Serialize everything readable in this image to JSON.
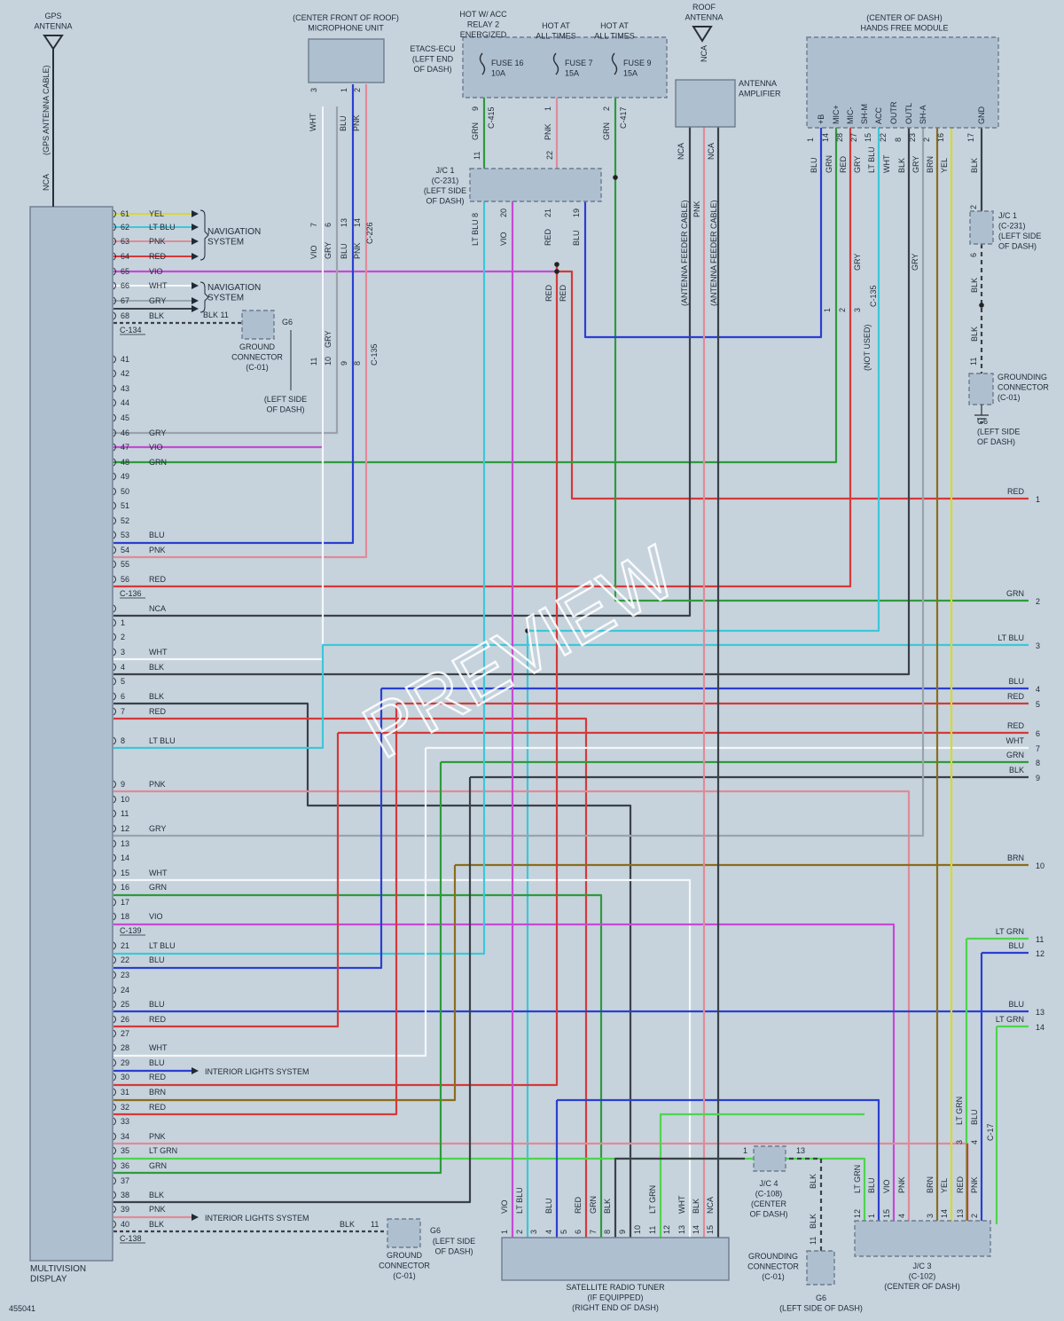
{
  "figure_id": "455041",
  "watermark": "PREVIEW",
  "components": {
    "gps_antenna": [
      "GPS",
      "ANTENNA"
    ],
    "gps_cable": "(GPS ANTENNA CABLE)",
    "gps_nca": "NCA",
    "multivision": [
      "MULTIVISION",
      "DISPLAY"
    ],
    "microphone": [
      "(CENTER FRONT OF ROOF)",
      "MICROPHONE UNIT"
    ],
    "etacs": [
      "ETACS-ECU",
      "(LEFT END",
      "OF DASH)"
    ],
    "hot_acc": [
      "HOT W/ ACC",
      "RELAY 2",
      "ENERGIZED"
    ],
    "hot1": [
      "HOT AT",
      "ALL TIMES"
    ],
    "hot2": [
      "HOT AT",
      "ALL TIMES"
    ],
    "fuse16": [
      "FUSE 16",
      "10A"
    ],
    "fuse7": [
      "FUSE 7",
      "15A"
    ],
    "fuse9": [
      "FUSE 9",
      "15A"
    ],
    "roof_antenna": [
      "ROOF",
      "ANTENNA"
    ],
    "antenna_nca": "NCA",
    "antenna_amp": [
      "ANTENNA",
      "AMPLIFIER"
    ],
    "feeder1": "(ANTENNA FEEDER CABLE)",
    "feeder2": "(ANTENNA FEEDER CABLE)",
    "handsfree": [
      "(CENTER OF DASH)",
      "HANDS FREE MODULE"
    ],
    "jc1_top": [
      "J/C 1",
      "(C-231)",
      "(LEFT SIDE",
      "OF DASH)"
    ],
    "jc1_right": [
      "J/C 1",
      "(C-231)",
      "(LEFT SIDE",
      "OF DASH)"
    ],
    "ground_right": [
      "GROUNDING",
      "CONNECTOR",
      "(C-01)"
    ],
    "g6_right": [
      "G6",
      "(LEFT SIDE",
      "OF DASH)"
    ],
    "ground_left1": [
      "GROUND",
      "CONNECTOR",
      "(C-01)"
    ],
    "left_side1": [
      "(LEFT SIDE",
      "OF DASH)"
    ],
    "ground_left2": [
      "GROUND",
      "CONNECTOR",
      "(C-01)"
    ],
    "left_side2": [
      "(LEFT SIDE",
      "OF DASH)"
    ],
    "sat_tuner": [
      "SATELLITE RADIO TUNER",
      "(IF EQUIPPED)",
      "(RIGHT END OF DASH)"
    ],
    "jc4": [
      "J/C 4",
      "(C-108)",
      "(CENTER",
      "OF DASH)"
    ],
    "ground_bottom": [
      "GROUNDING",
      "CONNECTOR",
      "(C-01)"
    ],
    "g6_bottom": [
      "G6",
      "(LEFT SIDE OF DASH)"
    ],
    "jc3": [
      "J/C 3",
      "(C-102)",
      "(CENTER OF DASH)"
    ],
    "nav_system": [
      "NAVIGATION",
      "SYSTEM"
    ],
    "nav_system2": [
      "NAVIGATION",
      "SYSTEM"
    ],
    "interior1": "INTERIOR LIGHTS SYSTEM",
    "interior2": "INTERIOR LIGHTS SYSTEM",
    "not_used": "(NOT USED)"
  },
  "connectors": {
    "c134": "C-134",
    "c136": "C-136",
    "c139a": "C-139",
    "c138": "C-138",
    "c415": "C-415",
    "c417": "C-417",
    "c226": "C-226",
    "c135a": "C-135",
    "c135b": "C-135",
    "c17": "C-17"
  },
  "grounds": {
    "g6a": "G6",
    "g6b": "G6",
    "blk11a": "BLK 11",
    "blk11b": "BLK",
    "pin11": "11"
  },
  "colors": {
    "YEL": "#d9d92a",
    "LT BLU": "#3ec6d8",
    "PNK": "#e08a98",
    "RED": "#d33a3a",
    "VIO": "#c64ad2",
    "WHT": "#e8eef2",
    "GRY": "#9aa3ab",
    "BLK": "#3b4148",
    "GRN": "#2f9a3c",
    "BLU": "#2b3fd0",
    "BRN": "#8a6d1f",
    "LT GRN": "#4ed44e",
    "NCA": "#3b4148"
  },
  "display_pins": [
    {
      "pin": "61",
      "color": "YEL"
    },
    {
      "pin": "62",
      "color": "LT BLU"
    },
    {
      "pin": "63",
      "color": "PNK"
    },
    {
      "pin": "64",
      "color": "RED"
    },
    {
      "pin": "65",
      "color": "VIO"
    },
    {
      "pin": "66",
      "color": "WHT"
    },
    {
      "pin": "67",
      "color": "GRY"
    },
    {
      "pin": "68",
      "color": "BLK"
    },
    {
      "pin": "41",
      "color": ""
    },
    {
      "pin": "42",
      "color": ""
    },
    {
      "pin": "43",
      "color": ""
    },
    {
      "pin": "44",
      "color": ""
    },
    {
      "pin": "45",
      "color": ""
    },
    {
      "pin": "46",
      "color": "GRY"
    },
    {
      "pin": "47",
      "color": "VIO"
    },
    {
      "pin": "48",
      "color": "GRN"
    },
    {
      "pin": "49",
      "color": ""
    },
    {
      "pin": "50",
      "color": ""
    },
    {
      "pin": "51",
      "color": ""
    },
    {
      "pin": "52",
      "color": ""
    },
    {
      "pin": "53",
      "color": "BLU"
    },
    {
      "pin": "54",
      "color": "PNK"
    },
    {
      "pin": "55",
      "color": ""
    },
    {
      "pin": "56",
      "color": "RED"
    },
    {
      "pin": "",
      "color": "NCA"
    },
    {
      "pin": "1",
      "color": ""
    },
    {
      "pin": "2",
      "color": ""
    },
    {
      "pin": "3",
      "color": "WHT"
    },
    {
      "pin": "4",
      "color": "BLK"
    },
    {
      "pin": "5",
      "color": ""
    },
    {
      "pin": "6",
      "color": "BLK"
    },
    {
      "pin": "7",
      "color": "RED"
    },
    {
      "pin": "8",
      "color": "LT BLU"
    },
    {
      "pin": "9",
      "color": "PNK"
    },
    {
      "pin": "10",
      "color": ""
    },
    {
      "pin": "11",
      "color": ""
    },
    {
      "pin": "12",
      "color": "GRY"
    },
    {
      "pin": "13",
      "color": ""
    },
    {
      "pin": "14",
      "color": ""
    },
    {
      "pin": "15",
      "color": "WHT"
    },
    {
      "pin": "16",
      "color": "GRN"
    },
    {
      "pin": "17",
      "color": ""
    },
    {
      "pin": "18",
      "color": "VIO"
    },
    {
      "pin": "21",
      "color": "LT BLU"
    },
    {
      "pin": "22",
      "color": "BLU"
    },
    {
      "pin": "23",
      "color": ""
    },
    {
      "pin": "24",
      "color": ""
    },
    {
      "pin": "25",
      "color": "BLU"
    },
    {
      "pin": "26",
      "color": "RED"
    },
    {
      "pin": "27",
      "color": ""
    },
    {
      "pin": "28",
      "color": "WHT"
    },
    {
      "pin": "29",
      "color": "BLU"
    },
    {
      "pin": "30",
      "color": "RED"
    },
    {
      "pin": "31",
      "color": "BRN"
    },
    {
      "pin": "32",
      "color": "RED"
    },
    {
      "pin": "33",
      "color": ""
    },
    {
      "pin": "34",
      "color": "PNK"
    },
    {
      "pin": "35",
      "color": "LT GRN"
    },
    {
      "pin": "36",
      "color": "GRN"
    },
    {
      "pin": "37",
      "color": ""
    },
    {
      "pin": "38",
      "color": "BLK"
    },
    {
      "pin": "39",
      "color": "PNK"
    },
    {
      "pin": "40",
      "color": "BLK"
    }
  ],
  "right_terminals": [
    {
      "num": "1",
      "color": "RED"
    },
    {
      "num": "2",
      "color": "GRN"
    },
    {
      "num": "3",
      "color": "LT BLU"
    },
    {
      "num": "4",
      "color": "BLU"
    },
    {
      "num": "5",
      "color": "RED"
    },
    {
      "num": "6",
      "color": "RED"
    },
    {
      "num": "7",
      "color": "WHT"
    },
    {
      "num": "8",
      "color": "GRN"
    },
    {
      "num": "9",
      "color": "BLK"
    },
    {
      "num": "10",
      "color": "BRN"
    },
    {
      "num": "11",
      "color": "LT GRN"
    },
    {
      "num": "12",
      "color": "BLU"
    },
    {
      "num": "13",
      "color": "BLU"
    },
    {
      "num": "14",
      "color": "LT GRN"
    }
  ],
  "hf_pins": [
    {
      "name": "+B",
      "pin": "1",
      "color": "BLU"
    },
    {
      "name": "MIC+",
      "pin": "14",
      "color": "GRN"
    },
    {
      "name": "MIC-",
      "pin": "28",
      "color": "RED"
    },
    {
      "name": "SH-M",
      "pin": "27",
      "color": "GRY"
    },
    {
      "name": "ACC",
      "pin": "15",
      "color": "LT BLU"
    },
    {
      "name": "OUTR",
      "pin": "22",
      "color": "WHT"
    },
    {
      "name": "OUTL",
      "pin": "8",
      "color": "BLK"
    },
    {
      "name": "SH-A",
      "pin": "23",
      "color": "GRY"
    },
    {
      "name": "",
      "pin": "2",
      "color": "BRN"
    },
    {
      "name": "",
      "pin": "16",
      "color": "YEL"
    },
    {
      "name": "GND",
      "pin": "17",
      "color": "BLK"
    }
  ],
  "mic_pins": [
    {
      "pin": "3",
      "color": "WHT"
    },
    {
      "pin": "1",
      "color": "BLU"
    },
    {
      "pin": "2",
      "color": "PNK"
    }
  ],
  "mic_lower_pins": [
    {
      "pin": "7",
      "color": "VIO"
    },
    {
      "pin": "6",
      "color": "GRY"
    },
    {
      "pin": "13",
      "color": "BLU"
    },
    {
      "pin": "14",
      "color": "PNK"
    }
  ],
  "mic_c135_pins": [
    {
      "pin": "11",
      "color": ""
    },
    {
      "pin": "10",
      "color": "GRY"
    },
    {
      "pin": "9",
      "color": ""
    },
    {
      "pin": "8",
      "color": ""
    }
  ],
  "etacs_pins": [
    {
      "pin": "9",
      "color": "GRN"
    },
    {
      "pin": "1",
      "color": "PNK"
    },
    {
      "pin": "2",
      "color": "GRN"
    }
  ],
  "jc1_pins_top": [
    "11",
    "22"
  ],
  "jc1_pins_bottom": [
    {
      "pin": "8",
      "color": "LT BLU"
    },
    {
      "pin": "20",
      "color": "VIO"
    },
    {
      "pin": "21",
      "color": "RED"
    },
    {
      "pin": "19",
      "color": "BLU"
    }
  ],
  "red_split": [
    "RED",
    "RED"
  ],
  "amp_wires": [
    "NCA",
    "PNK",
    "NCA"
  ],
  "hf_lower": [
    {
      "pin": "1",
      "color": ""
    },
    {
      "pin": "2",
      "color": ""
    },
    {
      "pin": "3",
      "color": ""
    }
  ],
  "hf_gry": [
    "GRY",
    "GRY"
  ],
  "gnd_wire": [
    "BLK",
    "BLK"
  ],
  "jc1r_pins": [
    "2",
    "6",
    "11"
  ],
  "tuner_pins": [
    {
      "pin": "1",
      "color": "VIO"
    },
    {
      "pin": "2",
      "color": "LT BLU"
    },
    {
      "pin": "3",
      "color": ""
    },
    {
      "pin": "4",
      "color": "BLU"
    },
    {
      "pin": "5",
      "color": ""
    },
    {
      "pin": "6",
      "color": "RED"
    },
    {
      "pin": "7",
      "color": "GRN"
    },
    {
      "pin": "8",
      "color": "BLK"
    },
    {
      "pin": "9",
      "color": ""
    },
    {
      "pin": "10",
      "color": ""
    },
    {
      "pin": "11",
      "color": "LT GRN"
    },
    {
      "pin": "12",
      "color": ""
    },
    {
      "pin": "13",
      "color": "WHT"
    },
    {
      "pin": "14",
      "color": "BLK"
    },
    {
      "pin": "15",
      "color": "NCA"
    }
  ],
  "jc4_pins": [
    "1",
    "13"
  ],
  "jc3_pins": [
    {
      "pin": "12",
      "color": "LT GRN"
    },
    {
      "pin": "1",
      "color": "BLU"
    },
    {
      "pin": "15",
      "color": "VIO"
    },
    {
      "pin": "4",
      "color": "PNK"
    },
    {
      "pin": "3",
      "color": "BRN"
    },
    {
      "pin": "14",
      "color": "YEL"
    },
    {
      "pin": "13",
      "color": "RED"
    },
    {
      "pin": "2",
      "color": "PNK"
    }
  ],
  "c17_pins": [
    {
      "pin": "3",
      "color": "LT GRN"
    },
    {
      "pin": "4",
      "color": "BLU"
    }
  ]
}
